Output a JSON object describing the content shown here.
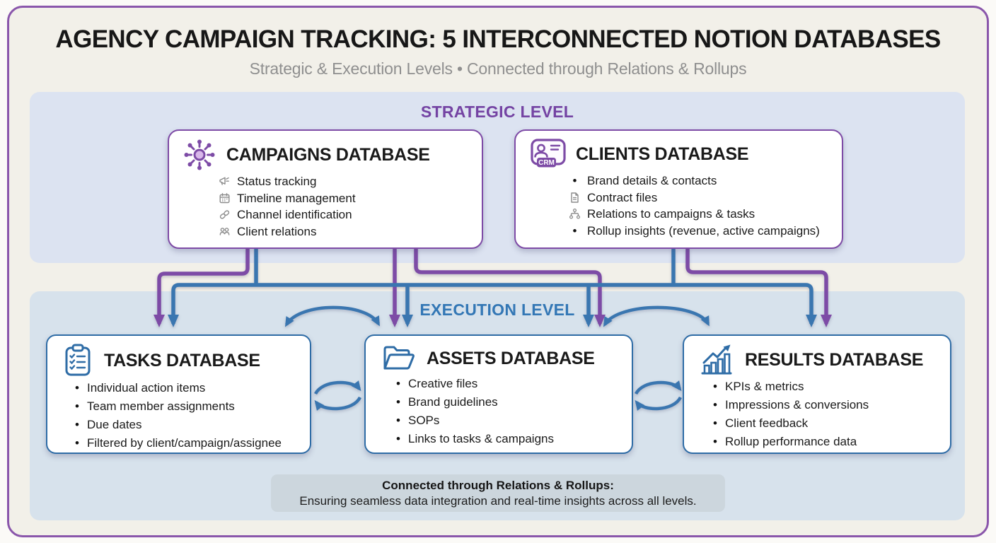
{
  "header": {
    "title": "AGENCY CAMPAIGN TRACKING: 5 INTERCONNECTED NOTION DATABASES",
    "subtitle": "Strategic & Execution Levels • Connected through Relations & Rollups"
  },
  "strategic": {
    "label": "STRATEGIC LEVEL",
    "cards": [
      {
        "title": "CAMPAIGNS DATABASE",
        "icon": "hub-network-icon",
        "items": [
          {
            "icon": "megaphone-icon",
            "text": "Status tracking"
          },
          {
            "icon": "calendar-icon",
            "text": "Timeline management"
          },
          {
            "icon": "link-icon",
            "text": "Channel identification"
          },
          {
            "icon": "people-icon",
            "text": "Client relations"
          }
        ]
      },
      {
        "title": "CLIENTS DATABASE",
        "icon": "crm-card-icon",
        "badge": "CRM",
        "items": [
          {
            "icon": "bullet",
            "text": "Brand details & contacts"
          },
          {
            "icon": "document-icon",
            "text": "Contract files"
          },
          {
            "icon": "sitemap-icon",
            "text": "Relations to campaigns & tasks"
          },
          {
            "icon": "bullet",
            "text": "Rollup insights (revenue, active campaigns)"
          }
        ]
      }
    ]
  },
  "execution": {
    "label": "EXECUTION LEVEL",
    "cards": [
      {
        "title": "TASKS DATABASE",
        "icon": "clipboard-checklist-icon",
        "items": [
          "Individual action items",
          "Team member assignments",
          "Due dates",
          "Filtered by client/campaign/assignee"
        ]
      },
      {
        "title": "ASSETS DATABASE",
        "icon": "folder-icon",
        "items": [
          "Creative files",
          "Brand guidelines",
          "SOPs",
          "Links to tasks & campaigns"
        ]
      },
      {
        "title": "RESULTS DATABASE",
        "icon": "bar-chart-icon",
        "items": [
          "KPIs & metrics",
          "Impressions & conversions",
          "Client feedback",
          "Rollup performance data"
        ]
      }
    ]
  },
  "note": {
    "title": "Connected through Relations & Rollups:",
    "body": "Ensuring seamless data integration and real-time insights across all levels."
  },
  "glyphs": {
    "bullet": "•"
  },
  "colors": {
    "purple_arrow": "#7d4ba6",
    "blue_arrow": "#3a76b0",
    "strategic_bg": "#dce3f1",
    "execution_bg": "#d7e2ec",
    "page_bg": "#f2f0e9",
    "note_bg": "#ccd6dd"
  }
}
